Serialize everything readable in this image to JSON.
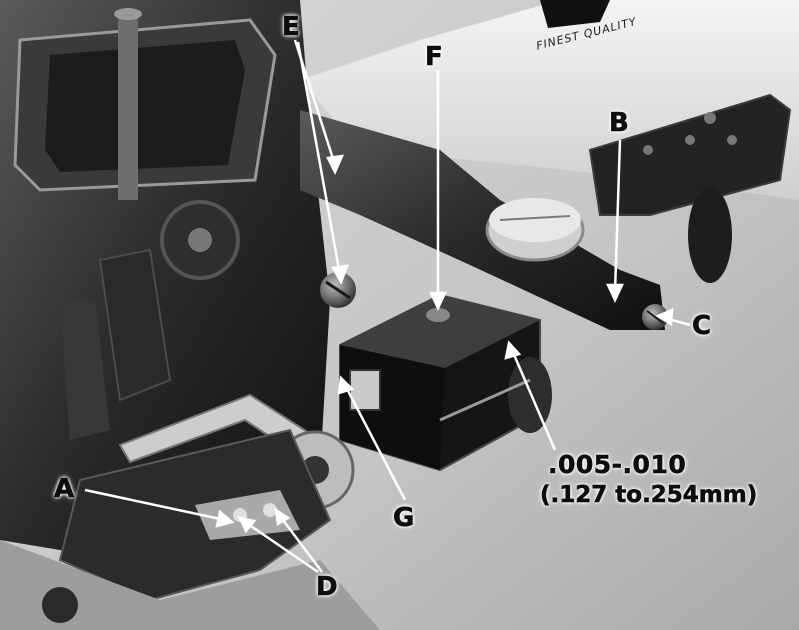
{
  "photo": {
    "machine_stamp": "FINEST QUALITY"
  },
  "callouts": {
    "a": "A",
    "b": "B",
    "c": "C",
    "d": "D",
    "e": "E",
    "f": "F",
    "g": "G",
    "clearance": ".005-.010",
    "clearance_metric": "(.127 to.254mm)"
  },
  "colors": {
    "metal_dark": "#1a1a1a",
    "metal_mid": "#4a4a4a",
    "casting_light": "#e6e6e6",
    "background": "#cfcfcf"
  }
}
